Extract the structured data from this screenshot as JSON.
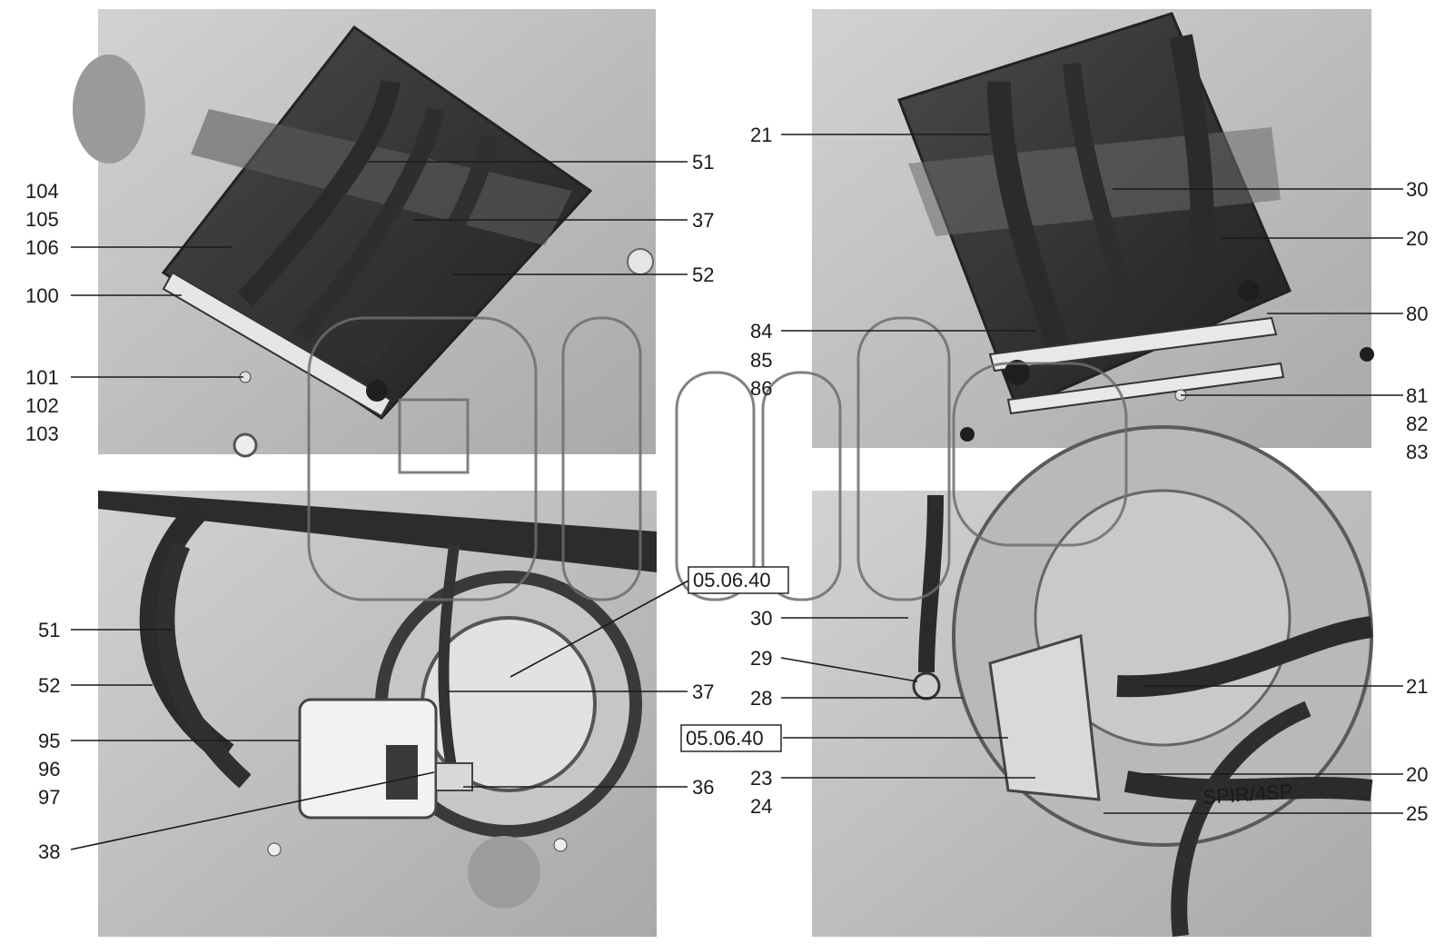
{
  "labels": {
    "tl_104": "104",
    "tl_105": "105",
    "tl_106": "106",
    "tl_100": "100",
    "tl_101": "101",
    "tl_102": "102",
    "tl_103": "103",
    "tl_51": "51",
    "tl_37": "37",
    "tl_52": "52",
    "tr_21": "21",
    "tr_84": "84",
    "tr_85": "85",
    "tr_86": "86",
    "tr_30": "30",
    "tr_20": "20",
    "tr_80": "80",
    "tr_81": "81",
    "tr_82": "82",
    "tr_83": "83",
    "bl_51": "51",
    "bl_52": "52",
    "bl_95": "95",
    "bl_96": "96",
    "bl_97": "97",
    "bl_38": "38",
    "bl_ref": "05.06.40",
    "bl_37": "37",
    "bl_36": "36",
    "br_30": "30",
    "br_29": "29",
    "br_28": "28",
    "br_ref": "05.06.40",
    "br_23": "23",
    "br_24": "24",
    "br_21": "21",
    "br_20": "20",
    "br_25": "25",
    "hose_marking": "SPIR/4SP"
  },
  "colors": {
    "photo_bg": "#bdbdbd",
    "photo_dark": "#3a3a3a",
    "hose": "#2b2b2b",
    "label": "#1a1a1a",
    "watermark": "#6d6d6d"
  }
}
